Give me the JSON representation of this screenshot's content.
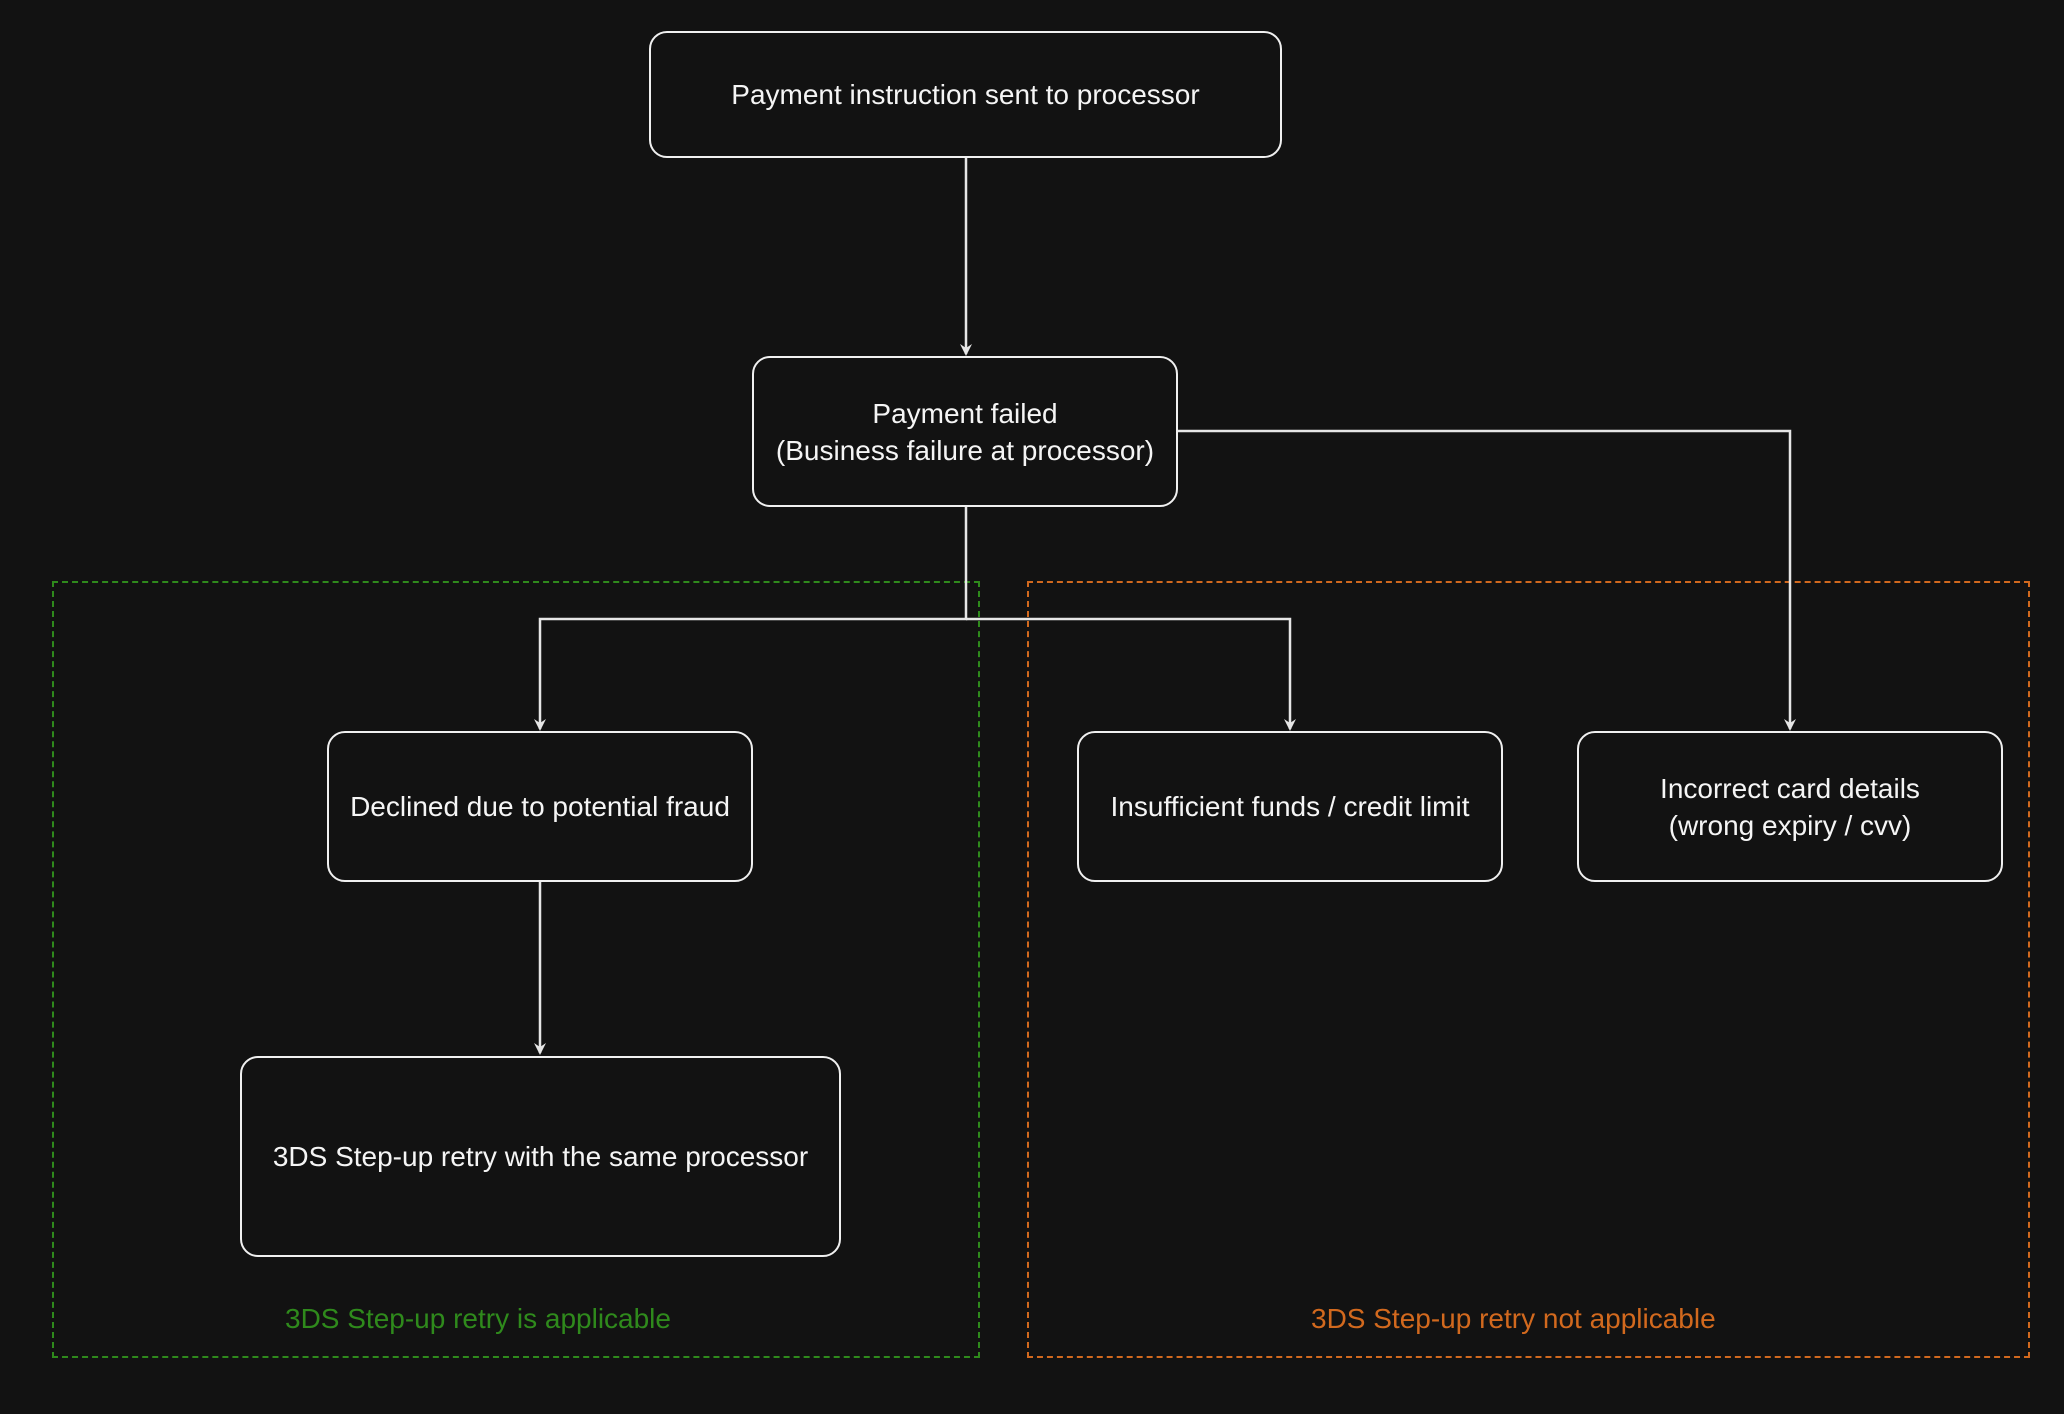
{
  "colors": {
    "background": "#121212",
    "node_stroke": "#f0f0f0",
    "text": "#f5f5f5",
    "connector": "#e6e6e6",
    "applicable": "#2f8a1c",
    "not_applicable": "#d2691e"
  },
  "nodes": {
    "start": {
      "line1": "Payment instruction sent to processor"
    },
    "failed": {
      "line1": "Payment failed",
      "line2": "(Business failure at processor)"
    },
    "fraud": {
      "line1": "Declined due to potential fraud"
    },
    "funds": {
      "line1": "Insufficient funds / credit limit"
    },
    "card": {
      "line1": "Incorrect card details",
      "line2": "(wrong expiry / cvv)"
    },
    "retry": {
      "line1": "3DS Step-up retry with the same processor"
    }
  },
  "regions": {
    "applicable": {
      "label": "3DS Step-up retry is applicable"
    },
    "not_applicable": {
      "label": "3DS Step-up retry not applicable"
    }
  },
  "edges": [
    {
      "from": "start",
      "to": "failed"
    },
    {
      "from": "failed",
      "to": "fraud"
    },
    {
      "from": "failed",
      "to": "funds"
    },
    {
      "from": "failed",
      "to": "card"
    },
    {
      "from": "fraud",
      "to": "retry"
    }
  ]
}
